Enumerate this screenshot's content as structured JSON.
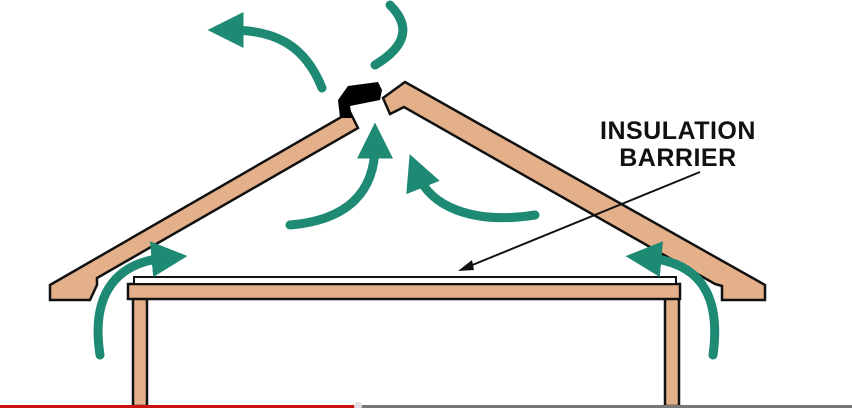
{
  "diagram": {
    "label_line1": "INSULATION",
    "label_line2": "BARRIER",
    "colors": {
      "wood": "#e4b08a",
      "airflow": "#1e8a74",
      "outline": "#111111",
      "vent": "#000000"
    }
  },
  "video": {
    "progress_percent": 42,
    "progress_color": "#cc1111"
  }
}
